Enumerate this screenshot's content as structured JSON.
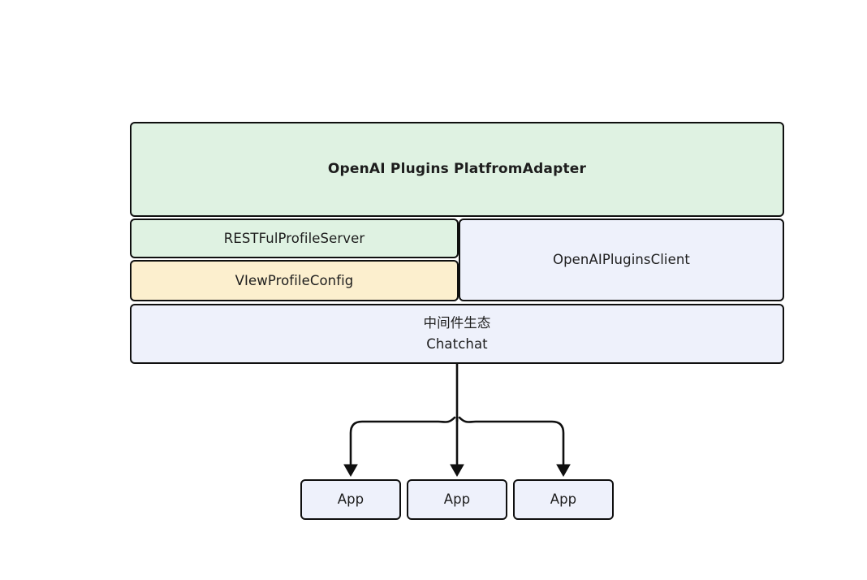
{
  "diagram": {
    "title_node": {
      "label": "OpenAI Plugins PlatfromAdapter"
    },
    "layer_components": {
      "rest_server": "RESTFulProfileServer",
      "view_config": "VIewProfileConfig",
      "plugins_client": "OpenAIPluginsClient"
    },
    "middleware": {
      "line1": "中间件生态",
      "line2": "Chatchat"
    },
    "apps": [
      {
        "label": "App"
      },
      {
        "label": "App"
      },
      {
        "label": "App"
      }
    ],
    "colors": {
      "green_fill": "#dff2e2",
      "yellow_fill": "#fcefce",
      "blue_fill": "#eef1fb",
      "stroke": "#0f0f0f",
      "text": "#1d1d1d",
      "background": "#ffffff"
    }
  }
}
